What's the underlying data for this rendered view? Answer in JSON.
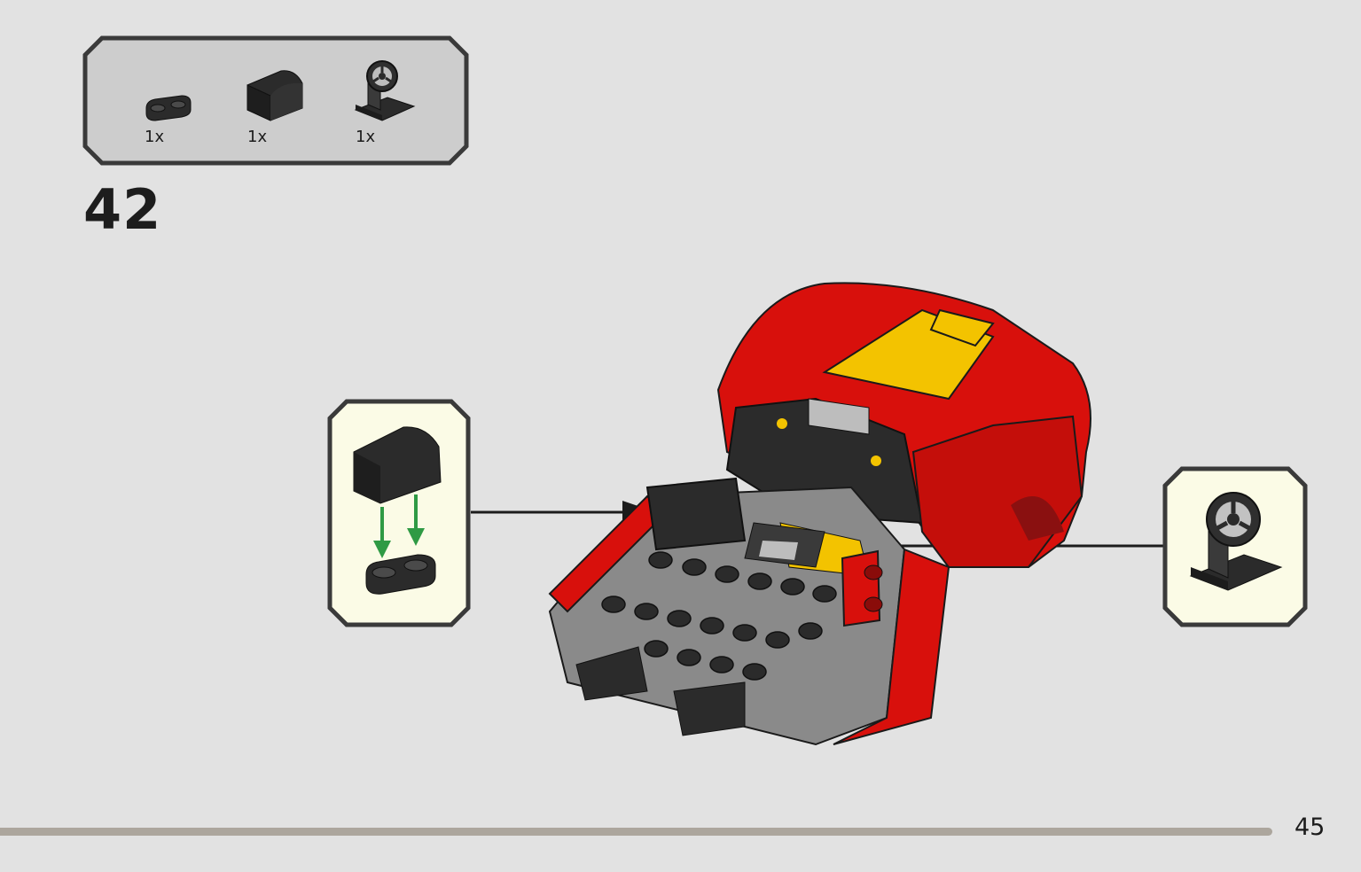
{
  "page": {
    "step_number": "42",
    "page_number": "45"
  },
  "parts_list": {
    "items": [
      {
        "part_icon": "plate-1x2-rounded-icon",
        "quantity": "1x",
        "color": "#2b2b2b"
      },
      {
        "part_icon": "curved-slope-brick-icon",
        "quantity": "1x",
        "color": "#2b2b2b"
      },
      {
        "part_icon": "steering-wheel-stand-icon",
        "quantity": "1x",
        "color": "#2b2b2b"
      }
    ]
  },
  "colors": {
    "background": "#e2e2e2",
    "panel_fill": "#cdcdcd",
    "callout_fill": "#fbfbe6",
    "frame": "#3a3a3a",
    "model_red": "#d8100c",
    "model_yellow": "#f3c300",
    "model_black": "#2b2b2b",
    "model_gray": "#8a8a8a",
    "arrow_green": "#2f9a44",
    "progress_bar": "#aca69d"
  },
  "progress": {
    "fraction": 0.935
  }
}
